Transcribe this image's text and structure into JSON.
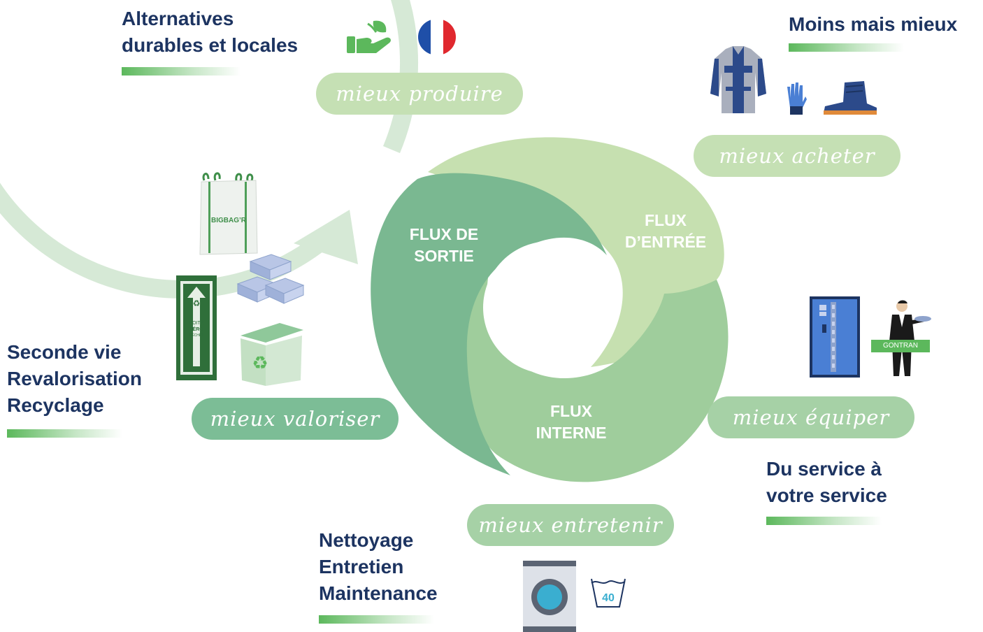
{
  "headings": {
    "top_left": [
      "Alternatives",
      "durables et locales"
    ],
    "top_right": [
      "Moins mais mieux"
    ],
    "left": [
      "Seconde vie",
      "Revalorisation",
      "Recyclage"
    ],
    "right": [
      "Du service à",
      "votre service"
    ],
    "bottom": [
      "Nettoyage",
      "Entretien",
      "Maintenance"
    ]
  },
  "stages": {
    "produire": "mieux produire",
    "acheter": "mieux acheter",
    "equiper": "mieux équiper",
    "entretenir": "mieux entretenir",
    "valoriser": "mieux valoriser"
  },
  "flux": {
    "sortie": [
      "FLUX DE",
      "SORTIE"
    ],
    "entree": [
      "FLUX",
      "D’ENTRÉE"
    ],
    "interne": [
      "FLUX",
      "INTERNE"
    ]
  },
  "icon_labels": {
    "bigbag": "BIGBAG’R",
    "box_line1": "BOITE",
    "box_line2": "ZÉRO",
    "box_line3": "DÉCHET",
    "gontran": "GONTRAN",
    "wash_temp": "40"
  },
  "colors": {
    "heading": "#1d3461",
    "ring": "#d6e9d6",
    "pill_light": "#c5e0b4",
    "pill_mid": "#a6d1a6",
    "pill_dark": "#7cbd96",
    "flux_sortie": "#7ab891",
    "flux_entree": "#c6e0b0",
    "flux_interne": "#9fcd9c",
    "accent_green": "#5cb85c"
  }
}
